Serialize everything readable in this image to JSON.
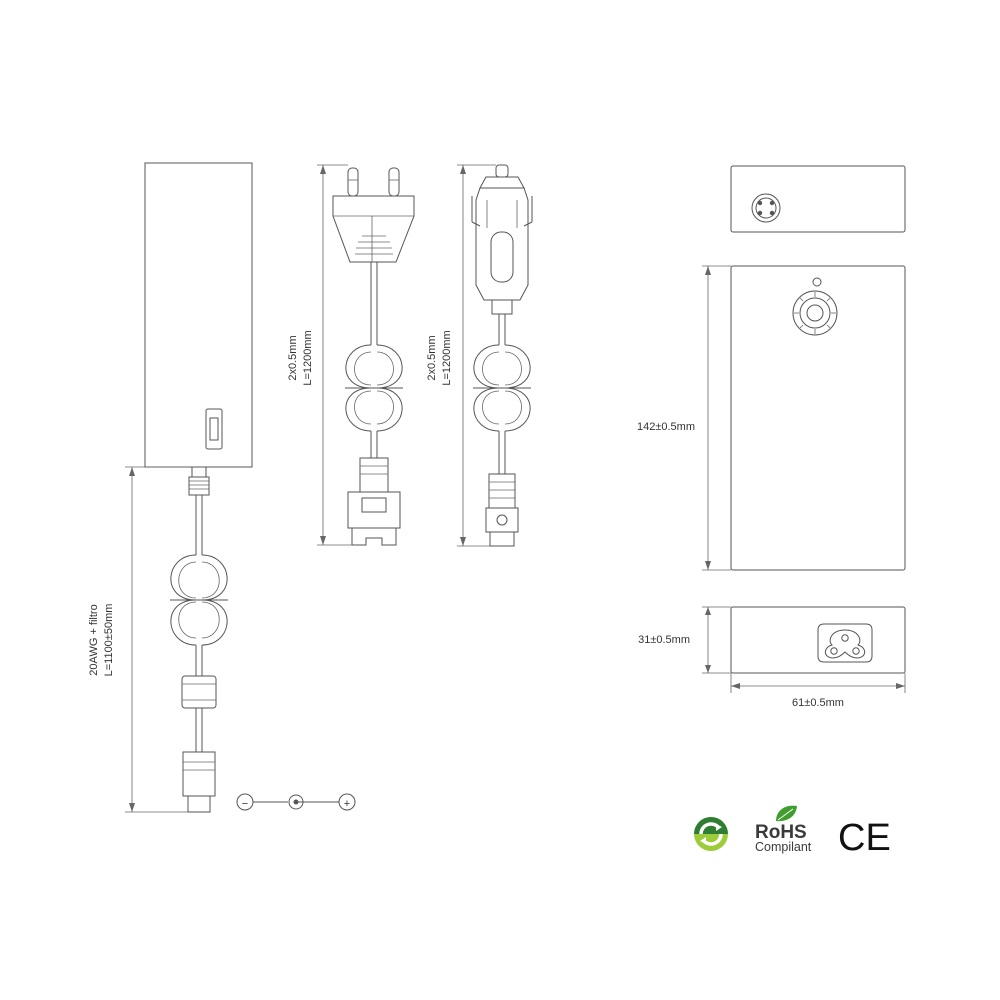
{
  "labels": {
    "dc_cable_gauge": "20AWG + filtro",
    "dc_cable_length": "L=1100±50mm",
    "mains_cable_gauge": "2x0.5mm",
    "mains_cable_length": "L=1200mm",
    "car_cable_gauge": "2x0.5mm",
    "car_cable_length": "L=1200mm",
    "height_dim": "142±0.5mm",
    "depth_dim": "31±0.5mm",
    "width_dim": "61±0.5mm"
  },
  "polarity": {
    "negative": "−",
    "positive": "+"
  },
  "logos": {
    "rohs_title": "RoHS",
    "rohs_subtitle": "Compilant",
    "ce_mark": "CE",
    "recycle_icon": "green-dot-recycle-icon",
    "leaf_icon": "leaf-icon"
  },
  "colors": {
    "line": "#555555",
    "green_dark": "#2e7d32",
    "green_light": "#9ccc3a"
  }
}
